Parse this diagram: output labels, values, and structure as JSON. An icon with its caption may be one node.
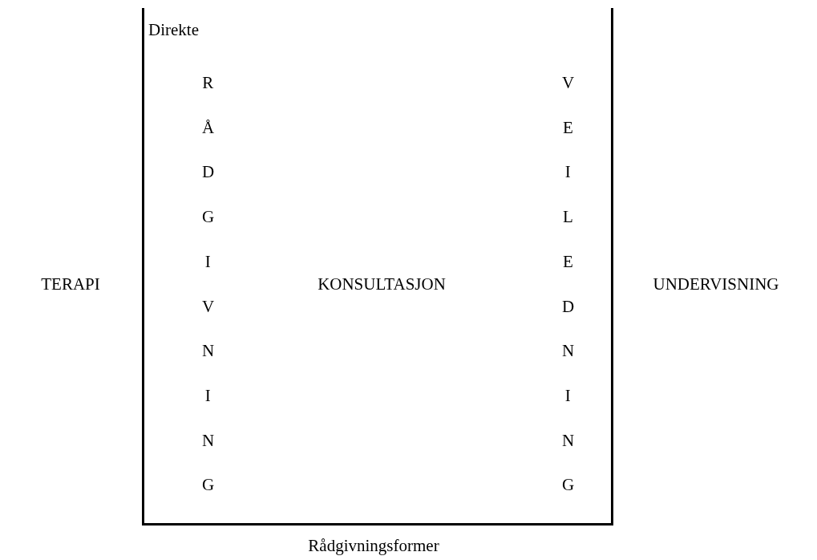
{
  "diagram": {
    "nodes": [
      {
        "text": [
          "Direkte",
          "RÅDGIVNING",
          "KONSULTASJON",
          "VEILEDNING"
        ],
        "beside": [
          "Rådgivningsformer"
        ]
      }
    ],
    "labels": [
      "TERAPI",
      "UNDERVISNING"
    ]
  }
}
